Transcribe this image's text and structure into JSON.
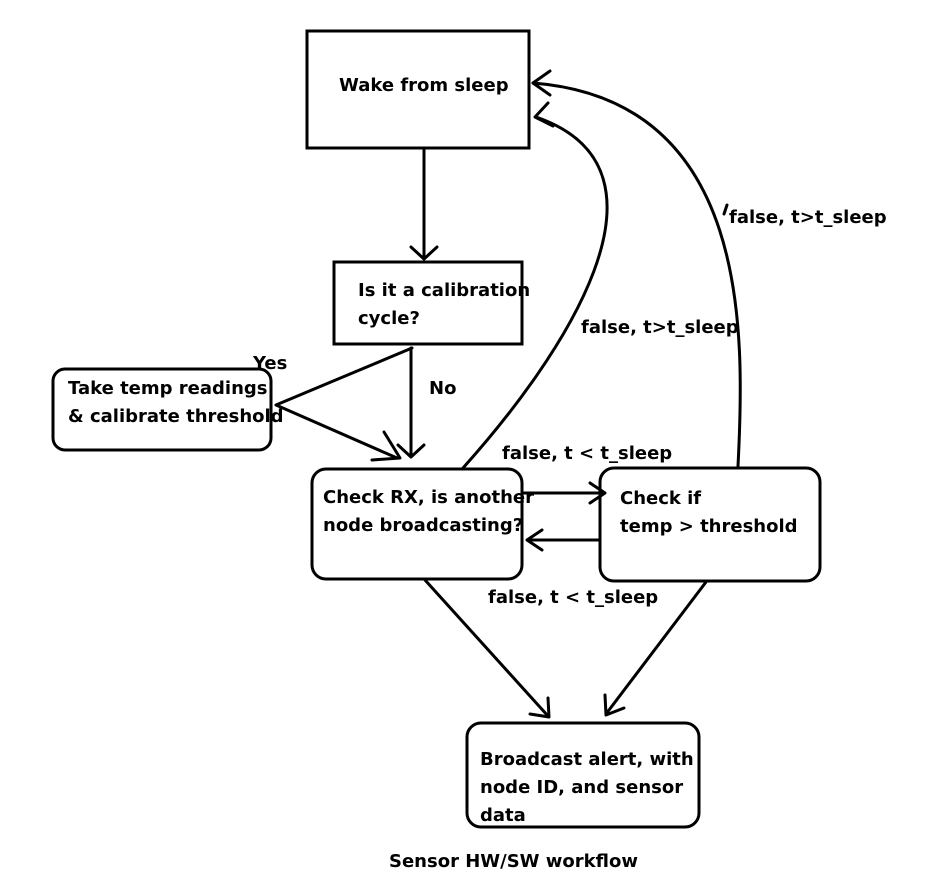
{
  "nodes": {
    "wake": {
      "lines": [
        "Wake from sleep"
      ]
    },
    "calib_q": {
      "lines": [
        "Is it a calibration",
        "cycle?"
      ]
    },
    "take_temp": {
      "lines": [
        "Take temp readings",
        "& calibrate threshold"
      ]
    },
    "check_rx": {
      "lines": [
        "Check RX, is another",
        "node broadcasting?"
      ]
    },
    "check_temp": {
      "lines": [
        "Check if",
        "temp > threshold"
      ]
    },
    "broadcast": {
      "lines": [
        "Broadcast alert, with",
        "node ID, and sensor",
        "data"
      ]
    }
  },
  "edges": {
    "yes": "Yes",
    "no": "No",
    "rx_to_temp": "false, t < t_sleep",
    "temp_to_rx": "false, t < t_sleep",
    "rx_to_wake": "false, t>t_sleep",
    "temp_to_wake": "false, t>t_sleep"
  },
  "caption": "Sensor HW/SW workflow"
}
